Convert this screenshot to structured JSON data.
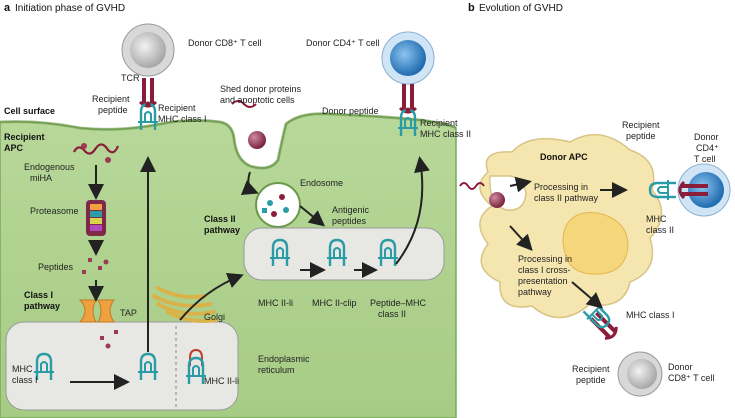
{
  "panel_a": {
    "letter": "a",
    "title": "Initiation phase of GVHD",
    "labels": {
      "donor_cd8": "Donor CD8⁺ T cell",
      "donor_cd4": "Donor CD4⁺ T cell",
      "tcr": "TCR",
      "recipient_peptide_1": "Recipient",
      "recipient_peptide_2": "peptide",
      "recipient_mhc1_1": "Recipient",
      "recipient_mhc1_2": "MHC class I",
      "shed_1": "Shed donor proteins",
      "shed_2": "and apoptotic cells",
      "donor_peptide": "Donor peptide",
      "recipient_mhc2_1": "Recipient",
      "recipient_mhc2_2": "MHC class II",
      "cell_surface": "Cell surface",
      "recipient_apc_1": "Recipient",
      "recipient_apc_2": "APC",
      "endogenous_1": "Endogenous",
      "endogenous_2": "miHA",
      "proteasome": "Proteasome",
      "endosome": "Endosome",
      "class2_pathway_1": "Class II",
      "class2_pathway_2": "pathway",
      "antigenic_1": "Antigenic",
      "antigenic_2": "peptides",
      "peptides": "Peptides",
      "class1_pathway_1": "Class I",
      "class1_pathway_2": "pathway",
      "tap": "TAP",
      "golgi": "Golgi",
      "mhc2_li": "MHC II-li",
      "mhc2_clip": "MHC II-clip",
      "peptide_mhc_1": "Peptide–MHC",
      "peptide_mhc_2": "class II",
      "mhc_class1_1": "MHC",
      "mhc_class1_2": "class I",
      "mhc2_li_er": "MHC II-li",
      "er_1": "Endoplasmic",
      "er_2": "reticulum"
    }
  },
  "panel_b": {
    "letter": "b",
    "title": "Evolution of GVHD",
    "labels": {
      "donor_apc": "Donor APC",
      "proc_c2_1": "Processing in",
      "proc_c2_2": "class II pathway",
      "recipient_peptide_1": "Recipient",
      "recipient_peptide_2": "peptide",
      "donor_cd4_1": "Donor",
      "donor_cd4_2": "CD4⁺",
      "donor_cd4_3": "T cell",
      "mhc_c2_1": "MHC",
      "mhc_c2_2": "class II",
      "proc_c1_1": "Processing in",
      "proc_c1_2": "class I cross-",
      "proc_c1_3": "presentation",
      "proc_c1_4": "pathway",
      "mhc_class1": "MHC class I",
      "recipient_peptide_b_1": "Recipient",
      "recipient_peptide_b_2": "peptide",
      "donor_cd8_1": "Donor",
      "donor_cd8_2": "CD8⁺ T cell"
    }
  },
  "colors": {
    "cell_green": "#a9cf86",
    "apc_beige": "#f5e6b0",
    "nucleus_yellow": "#f6d67a",
    "tcr_maroon": "#8a1d3a",
    "mhc_teal": "#2a9ca6",
    "cd8_grey": "#c8c8c8",
    "cd4_blue": "#3c8fd0",
    "protein_maroon": "#9a3a55",
    "tap_orange": "#f0a040",
    "golgi_yellow": "#f2d36b"
  }
}
